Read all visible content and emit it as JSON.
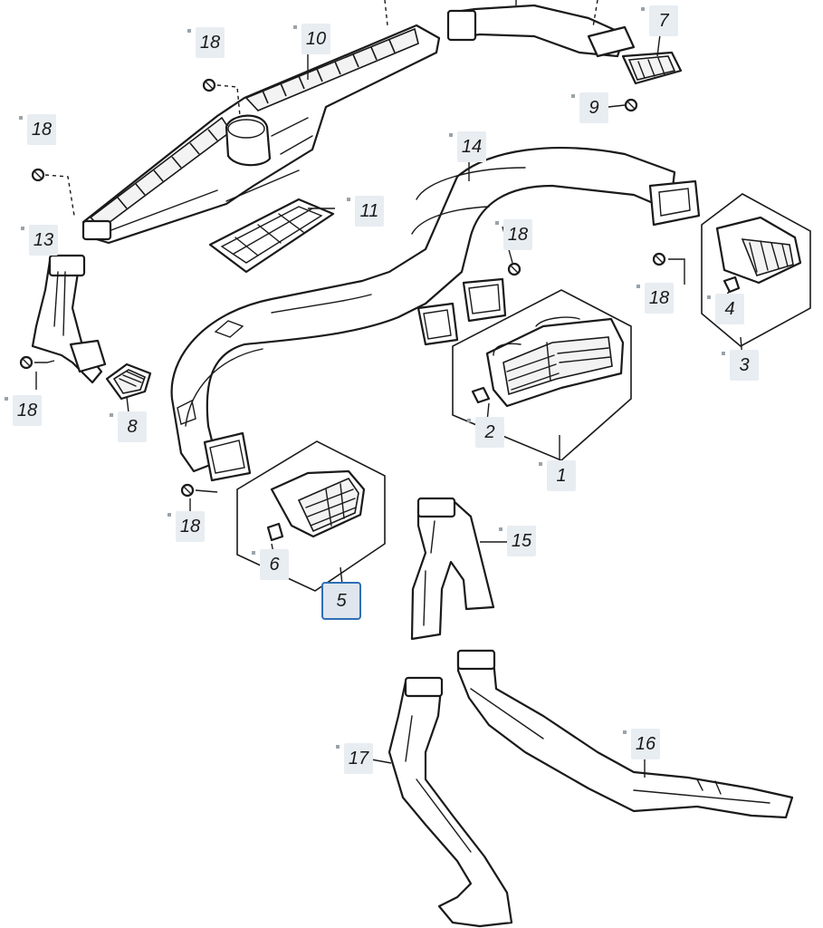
{
  "callouts": {
    "c1": "1",
    "c2": "2",
    "c3": "3",
    "c4": "4",
    "c5": "5",
    "c6": "6",
    "c7": "7",
    "c8": "8",
    "c9": "9",
    "c10": "10",
    "c11": "11",
    "c13": "13",
    "c14": "14",
    "c15": "15",
    "c16": "16",
    "c17": "17",
    "c18": "18"
  },
  "selected_callout": "5",
  "colors": {
    "callout_bg": "#e8edf2",
    "selected_border": "#2f6fb5",
    "line": "#1a1a1a"
  }
}
